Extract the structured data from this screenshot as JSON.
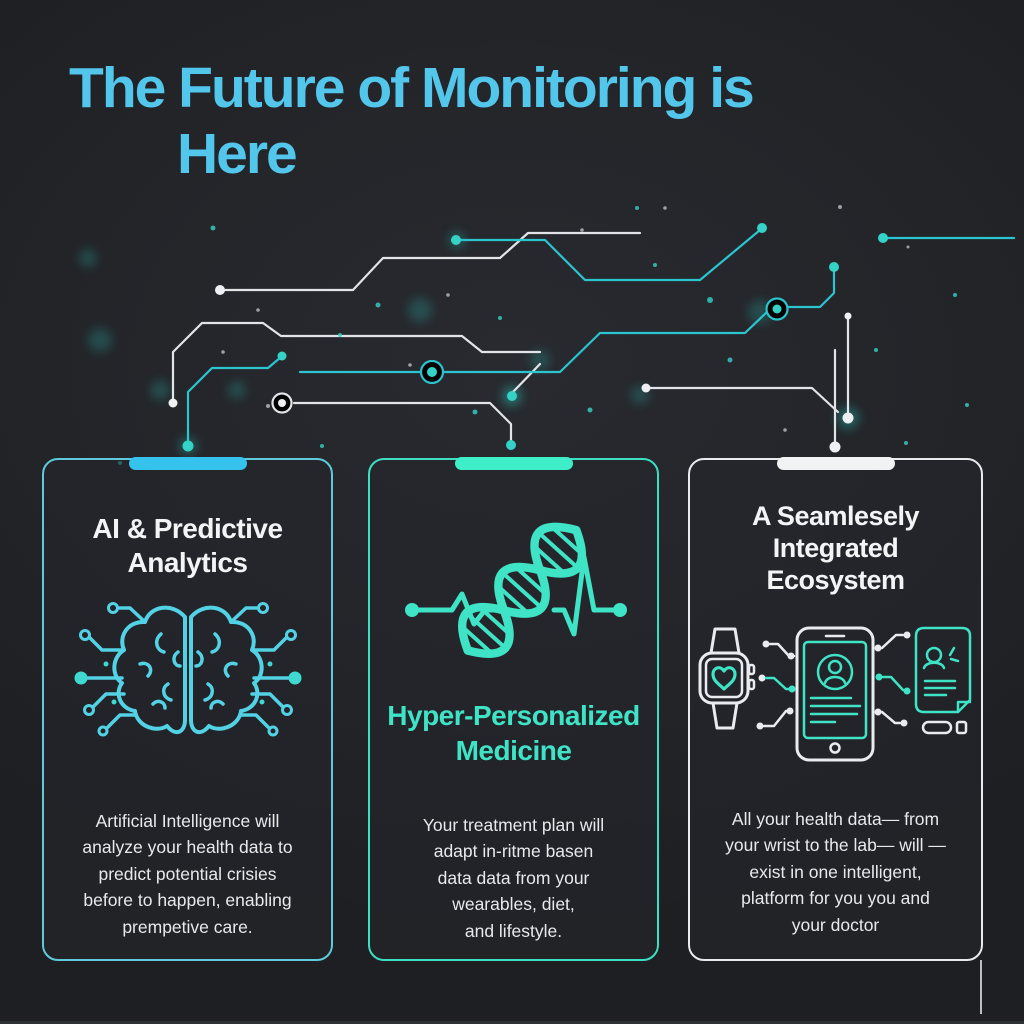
{
  "page": {
    "background": "#232529",
    "accent_blue": "#53c6ec",
    "accent_teal": "#3fe3c5",
    "accent_white": "#e8eaed"
  },
  "title": {
    "lines": [
      "The Future of Monitoring is",
      "Here"
    ],
    "color": "#53c6ec"
  },
  "circuit": {
    "teal_line_color": "#2bc4cf",
    "white_line_color": "#e2e4e8"
  },
  "cards": [
    {
      "id": "ai-predictive-analytics",
      "accent": "#35c3ee",
      "border": "#5ecadb",
      "title_color": "#f2f4f6",
      "title_lines": [
        "AI & Predictive",
        "Analytics"
      ],
      "icon": "circuit-brain-icon",
      "icon_color": "#52d2e4",
      "body_lines": [
        "Artificial Intelligence will",
        "analyze your health data to",
        "predict potential crisies",
        "before to happen, enabling",
        "prempetive care."
      ]
    },
    {
      "id": "hyper-personalized-medicine",
      "accent": "#3deec9",
      "border": "#3cdfc2",
      "title_color": "#3fe3c5",
      "title_lines": [
        "Hyper-Personalized",
        "Medicine"
      ],
      "icon": "dna-heartbeat-icon",
      "icon_color": "#3fe3c5",
      "body_lines": [
        "Your treatment plan will",
        "adapt in-ritme basen",
        "data data from your",
        "wearables, diet,",
        "and lifestyle."
      ]
    },
    {
      "id": "seamlessly-integrated-ecosystem",
      "accent": "#f1f2f4",
      "border": "#e8eaed",
      "title_color": "#f2f4f6",
      "title_lines": [
        "A Seamlesely",
        "Integrated",
        "Ecosystem"
      ],
      "icon": "device-ecosystem-icon",
      "icon_color": "#e9ebee",
      "body_lines": [
        "All your health data— from",
        "your wrist to the lab— will —",
        "exist in one intelligent,",
        "platform for you you and",
        "your doctor"
      ]
    }
  ]
}
